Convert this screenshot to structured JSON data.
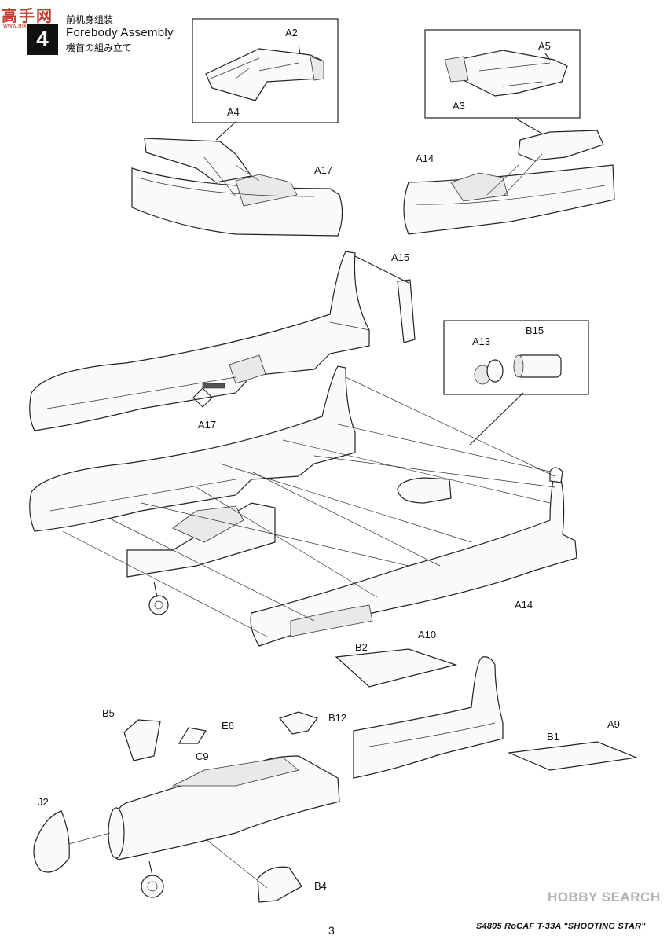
{
  "watermark_top": {
    "text": "高手网",
    "url": "www.mxgoo.com"
  },
  "step": {
    "number": "4",
    "title_cn": "前机身组装",
    "title_en": "Forebody Assembly",
    "title_jp": "機首の組み立て"
  },
  "parts": {
    "A2": "A2",
    "A4": "A4",
    "A5": "A5",
    "A3": "A3",
    "A17_top": "A17",
    "A14_top": "A14",
    "A15": "A15",
    "A13": "A13",
    "B15": "B15",
    "A17_mid": "A17",
    "A14_mid": "A14",
    "A10": "A10",
    "B2": "B2",
    "B5": "B5",
    "E6": "E6",
    "B12": "B12",
    "C9": "C9",
    "J2": "J2",
    "A9": "A9",
    "B1": "B1",
    "B4": "B4"
  },
  "page_number": "3",
  "footer": "S4805 RoCAF T-33A \"SHOOTING STAR\"",
  "watermark_bottom": "HOBBY SEARCH"
}
